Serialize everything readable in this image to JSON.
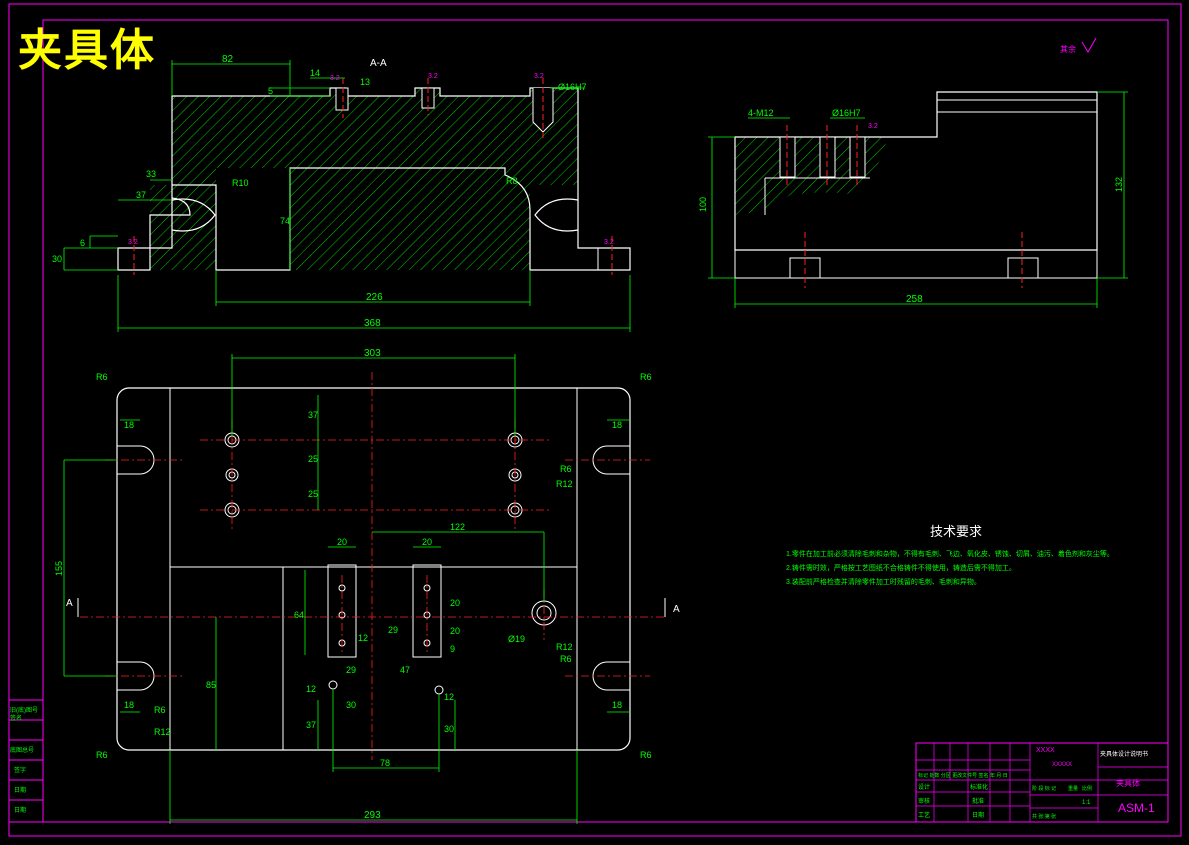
{
  "drawing": {
    "title": "夹具体",
    "section_label": "A-A",
    "section_mark": "A",
    "roughness_top_right": "其余",
    "roughness_value": "3.2"
  },
  "section_view": {
    "dims": {
      "d82": "82",
      "d14": "14",
      "d13": "13",
      "d5": "5",
      "d16h7": "Ø16H7",
      "d33": "33",
      "d37": "37",
      "d6": "6",
      "d30": "30",
      "r10": "R10",
      "r8": "R8",
      "d74": "74",
      "d226": "226",
      "d368": "368"
    }
  },
  "side_view": {
    "dims": {
      "m12": "4-M12",
      "h16h7": "Ø16H7",
      "d100": "100",
      "d132": "132",
      "d258": "258"
    }
  },
  "plan_view": {
    "dims": {
      "d303": "303",
      "d37": "37",
      "d25a": "25",
      "d25b": "25",
      "d18a": "18",
      "d18b": "18",
      "d18c": "18",
      "d18d": "18",
      "r6tl": "R6",
      "r6tr": "R6",
      "r6bl": "R6",
      "r6br": "R6",
      "r6m1": "R6",
      "r12m1": "R12",
      "r12m2": "R12",
      "r6m2": "R6",
      "r6m3": "R6",
      "r12m3": "R12",
      "d155": "155",
      "d122": "122",
      "d20a": "20",
      "d20b": "20",
      "d64": "64",
      "d20c": "20",
      "d20d": "20",
      "d9": "9",
      "d12": "12",
      "d29": "29",
      "d19": "Ø19",
      "d85": "85",
      "d29b": "29",
      "d47": "47",
      "d12b": "12",
      "d12c": "12",
      "d37b": "37",
      "d30b": "30",
      "d30c": "30",
      "d78": "78",
      "d293": "293"
    }
  },
  "tech_requirements": {
    "heading": "技术要求",
    "items": [
      "1.零件在加工前必须清除毛刺和杂物，不得有毛刺、飞边、氧化皮、锈蚀、切屑、油污、着色剂和灰尘等。",
      "2.铸件需时效，严格按工艺图纸不合格铸件不得使用，铸造后需不得加工。",
      "3.装配前严格检查并清除零件加工时残留的毛刺、毛刺和异物。"
    ]
  },
  "title_block": {
    "left_rows": [
      "旧(底)图号",
      "签名",
      "底图总号",
      "签字",
      "日期",
      "日期"
    ],
    "school": "XXXX",
    "date": "XXXXX",
    "drawing_name": "夹具体",
    "drawing_no": "ASM-1",
    "scale": "1:1",
    "header_row": "标记 处数 分区 更改文件号 签名 年 月 日",
    "rows": [
      "设计",
      "审核",
      "工艺"
    ],
    "mid_cells": [
      "标准化",
      "批准",
      "日期"
    ],
    "stage_cells": [
      "阶 段 标 记",
      "重量",
      "比例"
    ],
    "sheet": "共   张   第   张",
    "project": "夹具体设计说明书"
  },
  "colors": {
    "background": "#000000",
    "outline": "#ffffff",
    "dimension": "#00ff00",
    "centerline": "#ff2020",
    "border": "#ff00ff",
    "title": "#ffff00"
  }
}
